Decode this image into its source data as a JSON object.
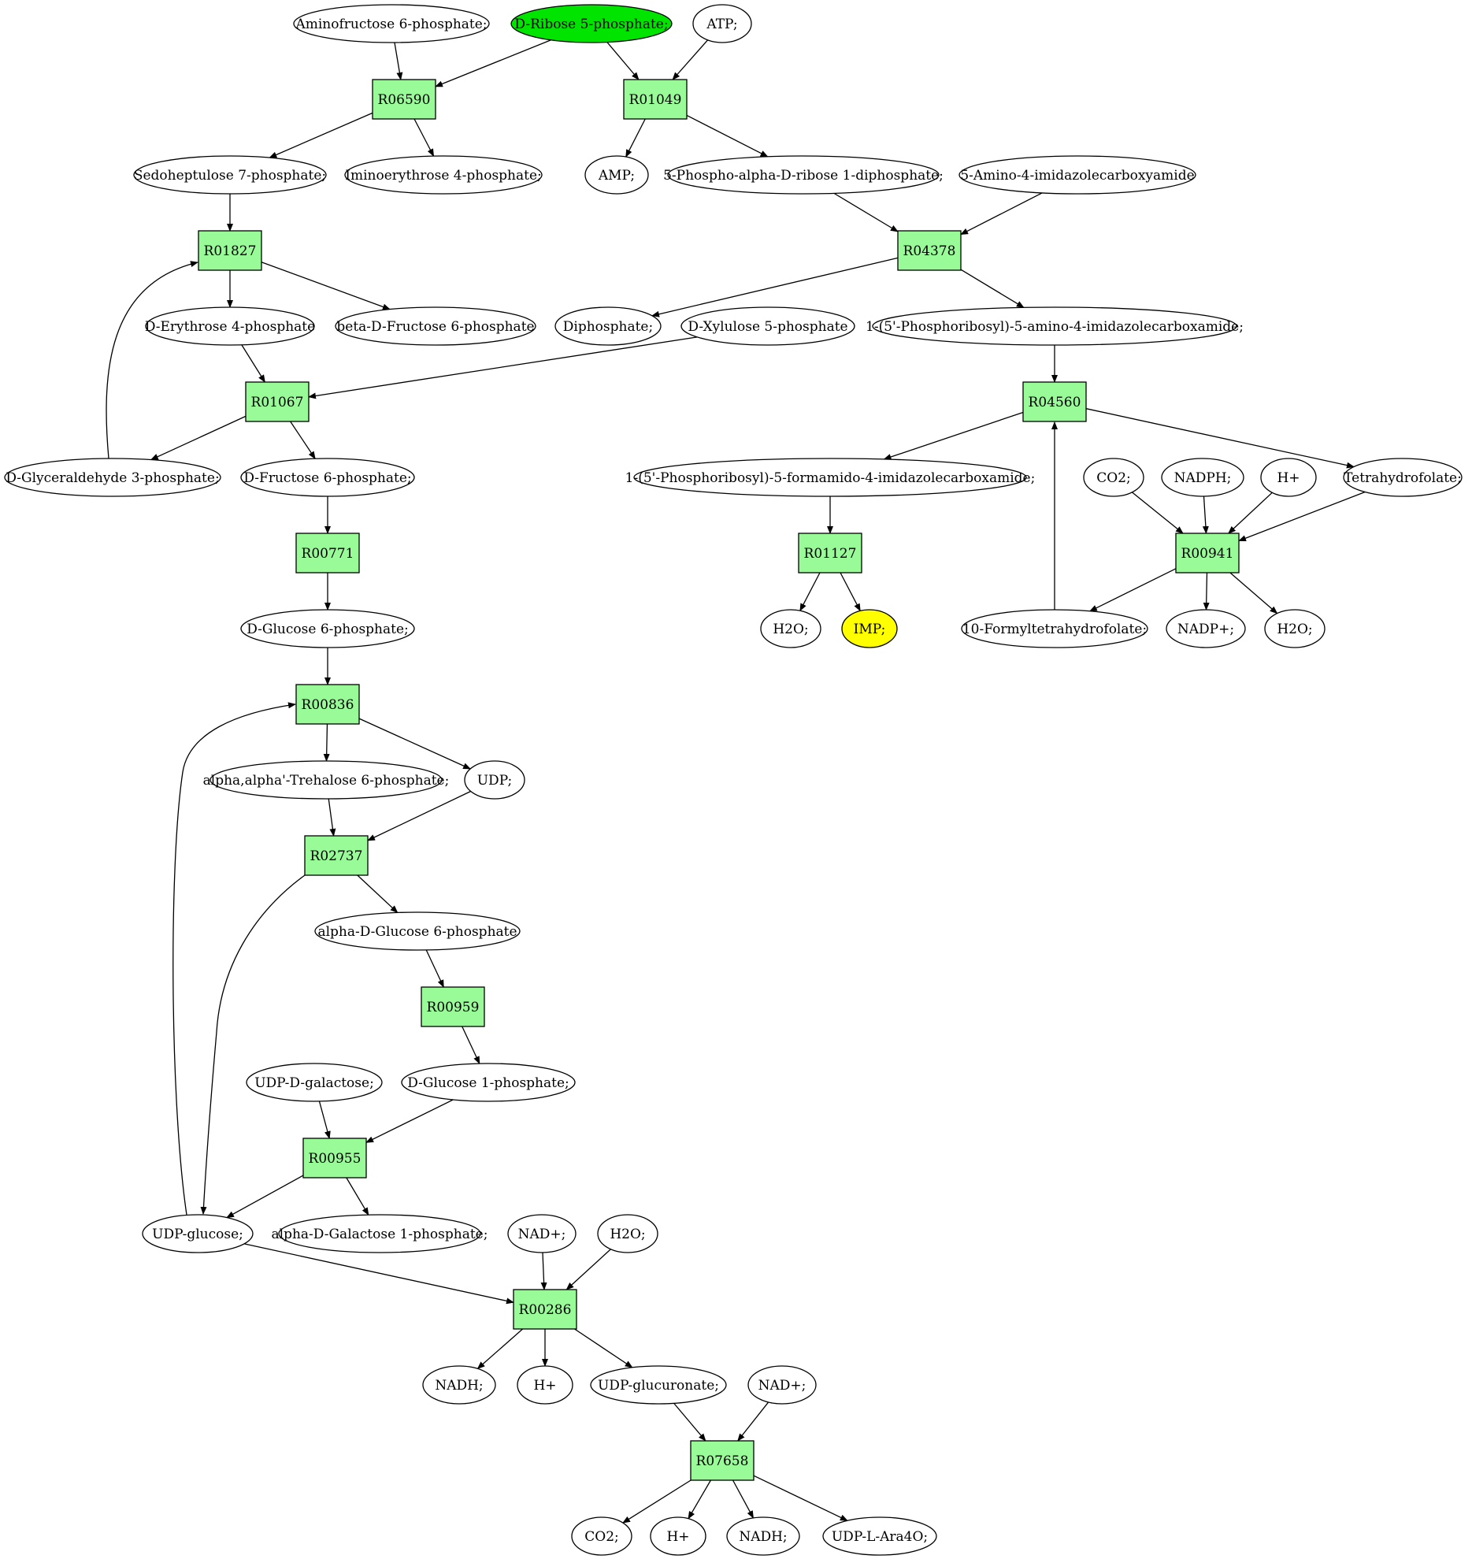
{
  "graph": {
    "colors": {
      "reaction_fill": "#98fb98",
      "compound_fill": "#ffffff",
      "start_fill": "#00e400",
      "target_fill": "#ffff00",
      "stroke": "#000000"
    },
    "reactions": [
      {
        "id": "R06590",
        "label": "R06590"
      },
      {
        "id": "R01049",
        "label": "R01049"
      },
      {
        "id": "R01827",
        "label": "R01827"
      },
      {
        "id": "R04378",
        "label": "R04378"
      },
      {
        "id": "R01067",
        "label": "R01067"
      },
      {
        "id": "R04560",
        "label": "R04560"
      },
      {
        "id": "R00771",
        "label": "R00771"
      },
      {
        "id": "R01127",
        "label": "R01127"
      },
      {
        "id": "R00941",
        "label": "R00941"
      },
      {
        "id": "R00836",
        "label": "R00836"
      },
      {
        "id": "R02737",
        "label": "R02737"
      },
      {
        "id": "R00959",
        "label": "R00959"
      },
      {
        "id": "R00955",
        "label": "R00955"
      },
      {
        "id": "R00286",
        "label": "R00286"
      },
      {
        "id": "R07658",
        "label": "R07658"
      }
    ],
    "compounds": [
      {
        "id": "aminofructose6p",
        "label": "Aminofructose 6-phosphate;"
      },
      {
        "id": "ribose5p",
        "label": "D-Ribose 5-phosphate;",
        "role": "start"
      },
      {
        "id": "atp",
        "label": "ATP;"
      },
      {
        "id": "sedoheptulose7p",
        "label": "Sedoheptulose 7-phosphate;"
      },
      {
        "id": "iminoerythrose4p",
        "label": "Iminoerythrose 4-phosphate;"
      },
      {
        "id": "amp",
        "label": "AMP;"
      },
      {
        "id": "prpp",
        "label": "5-Phospho-alpha-D-ribose 1-diphosphate;"
      },
      {
        "id": "aica",
        "label": "5-Amino-4-imidazolecarboxyamide"
      },
      {
        "id": "erythrose4p",
        "label": "D-Erythrose 4-phosphate"
      },
      {
        "id": "fructose6p_beta",
        "label": "beta-D-Fructose 6-phosphate"
      },
      {
        "id": "diphosphate",
        "label": "Diphosphate;"
      },
      {
        "id": "xylulose5p",
        "label": "D-Xylulose 5-phosphate"
      },
      {
        "id": "aicar",
        "label": "1-(5'-Phosphoribosyl)-5-amino-4-imidazolecarboxamide;"
      },
      {
        "id": "g3p",
        "label": "D-Glyceraldehyde 3-phosphate;"
      },
      {
        "id": "fructose6p",
        "label": "D-Fructose 6-phosphate;"
      },
      {
        "id": "faicar",
        "label": "1-(5'-Phosphoribosyl)-5-formamido-4-imidazolecarboxamide;"
      },
      {
        "id": "co2_a",
        "label": "CO2;"
      },
      {
        "id": "nadph",
        "label": "NADPH;"
      },
      {
        "id": "h_a",
        "label": "H+"
      },
      {
        "id": "thf",
        "label": "Tetrahydrofolate;"
      },
      {
        "id": "glucose6p",
        "label": "D-Glucose 6-phosphate;"
      },
      {
        "id": "h2o_a",
        "label": "H2O;"
      },
      {
        "id": "imp",
        "label": "IMP;",
        "role": "target"
      },
      {
        "id": "formylthf",
        "label": "10-Formyltetrahydrofolate;"
      },
      {
        "id": "nadp",
        "label": "NADP+;"
      },
      {
        "id": "h2o_b",
        "label": "H2O;"
      },
      {
        "id": "trehalose6p",
        "label": "alpha,alpha'-Trehalose 6-phosphate;"
      },
      {
        "id": "udp",
        "label": "UDP;"
      },
      {
        "id": "aglucose6p",
        "label": "alpha-D-Glucose 6-phosphate"
      },
      {
        "id": "udpgalactose",
        "label": "UDP-D-galactose;"
      },
      {
        "id": "glucose1p",
        "label": "D-Glucose 1-phosphate;"
      },
      {
        "id": "udpglucose",
        "label": "UDP-glucose;"
      },
      {
        "id": "galactose1p",
        "label": "alpha-D-Galactose 1-phosphate;"
      },
      {
        "id": "nad_a",
        "label": "NAD+;"
      },
      {
        "id": "h2o_c",
        "label": "H2O;"
      },
      {
        "id": "nadh_a",
        "label": "NADH;"
      },
      {
        "id": "h_b",
        "label": "H+"
      },
      {
        "id": "udpglucuronate",
        "label": "UDP-glucuronate;"
      },
      {
        "id": "nad_b",
        "label": "NAD+;"
      },
      {
        "id": "co2_b",
        "label": "CO2;"
      },
      {
        "id": "h_c",
        "label": "H+"
      },
      {
        "id": "nadh_b",
        "label": "NADH;"
      },
      {
        "id": "udparabinose",
        "label": "UDP-L-Ara4O;"
      }
    ],
    "edges": [
      {
        "from": "aminofructose6p",
        "to": "R06590"
      },
      {
        "from": "ribose5p",
        "to": "R06590"
      },
      {
        "from": "ribose5p",
        "to": "R01049"
      },
      {
        "from": "atp",
        "to": "R01049"
      },
      {
        "from": "R06590",
        "to": "sedoheptulose7p"
      },
      {
        "from": "R06590",
        "to": "iminoerythrose4p"
      },
      {
        "from": "R01049",
        "to": "amp"
      },
      {
        "from": "R01049",
        "to": "prpp"
      },
      {
        "from": "sedoheptulose7p",
        "to": "R01827"
      },
      {
        "from": "prpp",
        "to": "R04378"
      },
      {
        "from": "aica",
        "to": "R04378"
      },
      {
        "from": "R01827",
        "to": "erythrose4p"
      },
      {
        "from": "R01827",
        "to": "fructose6p_beta"
      },
      {
        "from": "R04378",
        "to": "diphosphate"
      },
      {
        "from": "R04378",
        "to": "aicar"
      },
      {
        "from": "erythrose4p",
        "to": "R01067"
      },
      {
        "from": "xylulose5p",
        "to": "R01067"
      },
      {
        "from": "aicar",
        "to": "R04560"
      },
      {
        "from": "R01067",
        "to": "g3p"
      },
      {
        "from": "R01067",
        "to": "fructose6p"
      },
      {
        "from": "g3p",
        "to": "R01827"
      },
      {
        "from": "R04560",
        "to": "faicar"
      },
      {
        "from": "R04560",
        "to": "thf"
      },
      {
        "from": "fructose6p",
        "to": "R00771"
      },
      {
        "from": "faicar",
        "to": "R01127"
      },
      {
        "from": "co2_a",
        "to": "R00941"
      },
      {
        "from": "nadph",
        "to": "R00941"
      },
      {
        "from": "h_a",
        "to": "R00941"
      },
      {
        "from": "thf",
        "to": "R00941"
      },
      {
        "from": "R00771",
        "to": "glucose6p"
      },
      {
        "from": "R01127",
        "to": "h2o_a"
      },
      {
        "from": "R01127",
        "to": "imp"
      },
      {
        "from": "R00941",
        "to": "formylthf"
      },
      {
        "from": "R00941",
        "to": "nadp"
      },
      {
        "from": "R00941",
        "to": "h2o_b"
      },
      {
        "from": "formylthf",
        "to": "R04560"
      },
      {
        "from": "glucose6p",
        "to": "R00836"
      },
      {
        "from": "R00836",
        "to": "trehalose6p"
      },
      {
        "from": "R00836",
        "to": "udp"
      },
      {
        "from": "trehalose6p",
        "to": "R02737"
      },
      {
        "from": "udp",
        "to": "R02737"
      },
      {
        "from": "R02737",
        "to": "aglucose6p"
      },
      {
        "from": "R02737",
        "to": "udpglucose"
      },
      {
        "from": "aglucose6p",
        "to": "R00959"
      },
      {
        "from": "R00959",
        "to": "glucose1p"
      },
      {
        "from": "udpgalactose",
        "to": "R00955"
      },
      {
        "from": "glucose1p",
        "to": "R00955"
      },
      {
        "from": "R00955",
        "to": "udpglucose"
      },
      {
        "from": "R00955",
        "to": "galactose1p"
      },
      {
        "from": "udpglucose",
        "to": "R00836"
      },
      {
        "from": "udpglucose",
        "to": "R00286"
      },
      {
        "from": "nad_a",
        "to": "R00286"
      },
      {
        "from": "h2o_c",
        "to": "R00286"
      },
      {
        "from": "R00286",
        "to": "nadh_a"
      },
      {
        "from": "R00286",
        "to": "h_b"
      },
      {
        "from": "R00286",
        "to": "udpglucuronate"
      },
      {
        "from": "udpglucuronate",
        "to": "R07658"
      },
      {
        "from": "nad_b",
        "to": "R07658"
      },
      {
        "from": "R07658",
        "to": "co2_b"
      },
      {
        "from": "R07658",
        "to": "h_c"
      },
      {
        "from": "R07658",
        "to": "nadh_b"
      },
      {
        "from": "R07658",
        "to": "udparabinose"
      }
    ]
  }
}
